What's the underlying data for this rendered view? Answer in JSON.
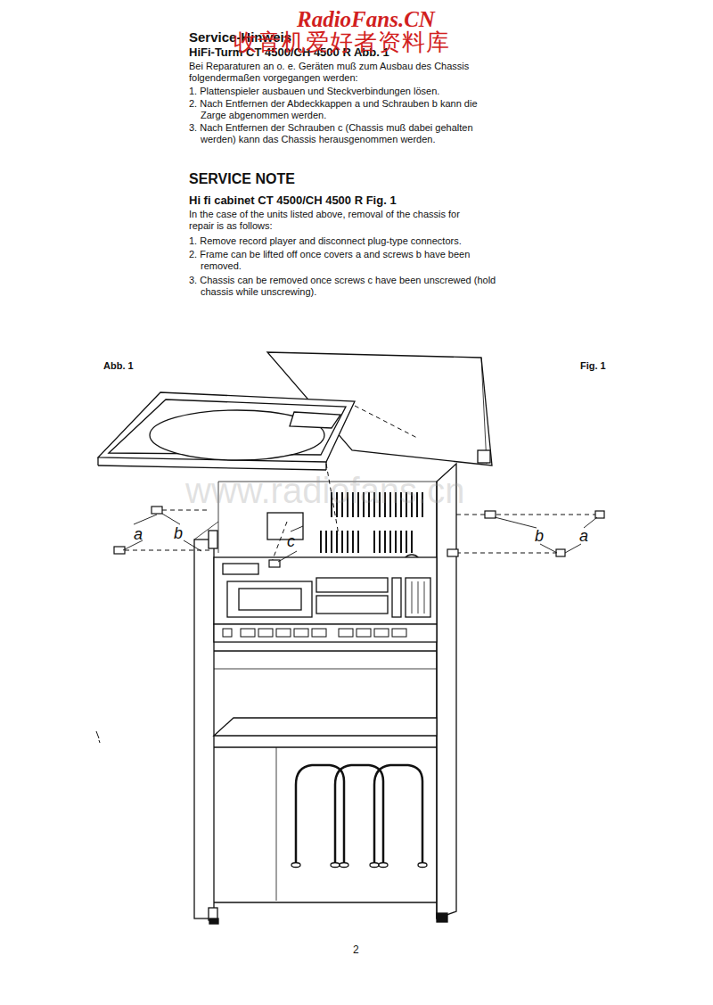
{
  "diagram": {
    "title": "Service-Hinweis",
    "labels": [
      "RadioFans.CN",
      "收音机爱好者资料库",
      "HiFi-Turm CT 4500/CH 4500 R Abb. 1",
      "Bei Reparaturen an o. e. Geräten muß zum Ausbau des Chassis folgendermaßen vorgegangen werden:",
      "1. Plattenspieler ausbauen und Steckverbindungen lösen.",
      "2. Nach Entfernen der Abdeckkappen a und Schrauben b kann die Zarge abgenommen werden.",
      "3. Nach Entfernen der Schrauben c (Chassis muß dabei gehalten werden) kann das Chassis herausgenommen werden.",
      "SERVICE NOTE",
      "Hi fi cabinet CT 4500/CH 4500 R Fig. 1",
      "In the case of the units listed above, removal of the chassis for repair is as follows:",
      "1. Remove record player and disconnect plug-type connectors.",
      "2. Frame can be lifted off once covers a and screws b have been removed.",
      "3. Chassis can be removed once screws c have been unscrewed (hold chassis while unscrewing).",
      "Abb. 1",
      "Fig. 1",
      "a",
      "b",
      "c",
      "b",
      "a",
      "www.radiofans.cn",
      "2"
    ]
  }
}
